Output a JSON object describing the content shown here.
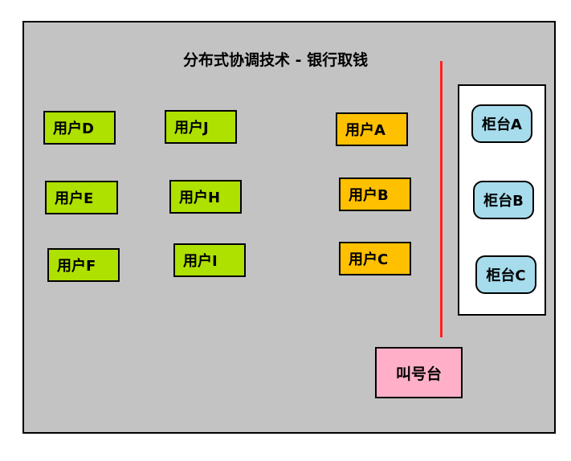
{
  "title": "分布式协调技术 - 银行取钱",
  "users_waiting": [
    {
      "id": "D",
      "label": "用户D"
    },
    {
      "id": "J",
      "label": "用户J"
    },
    {
      "id": "E",
      "label": "用户E"
    },
    {
      "id": "H",
      "label": "用户H"
    },
    {
      "id": "F",
      "label": "用户F"
    },
    {
      "id": "I",
      "label": "用户I"
    }
  ],
  "users_served": [
    {
      "id": "A",
      "label": "用户A"
    },
    {
      "id": "B",
      "label": "用户B"
    },
    {
      "id": "C",
      "label": "用户C"
    }
  ],
  "counters": [
    {
      "id": "A",
      "label": "柜台A"
    },
    {
      "id": "B",
      "label": "柜台B"
    },
    {
      "id": "C",
      "label": "柜台C"
    }
  ],
  "call_desk": {
    "label": "叫号台"
  },
  "colors": {
    "background": "#c3c3c3",
    "user_waiting": "#aee000",
    "user_served": "#ffc000",
    "counter": "#a6dcec",
    "call_desk": "#ffb0c8",
    "divider": "#ff2020"
  }
}
